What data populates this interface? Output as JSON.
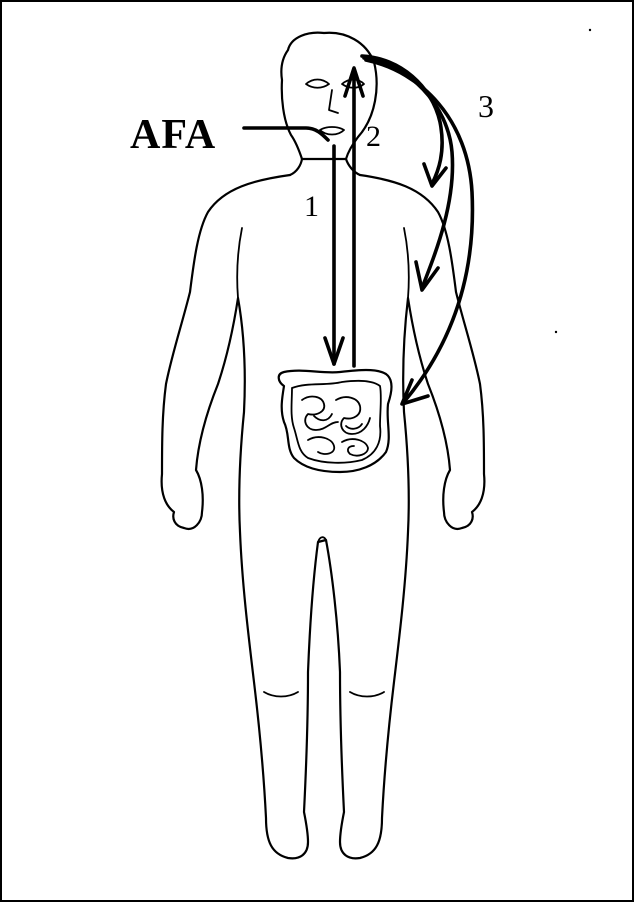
{
  "labels": {
    "afa": "AFA",
    "route_1": "1",
    "route_2": "2",
    "route_3": "3"
  },
  "colors": {
    "stroke": "#000000",
    "background": "#ffffff"
  }
}
